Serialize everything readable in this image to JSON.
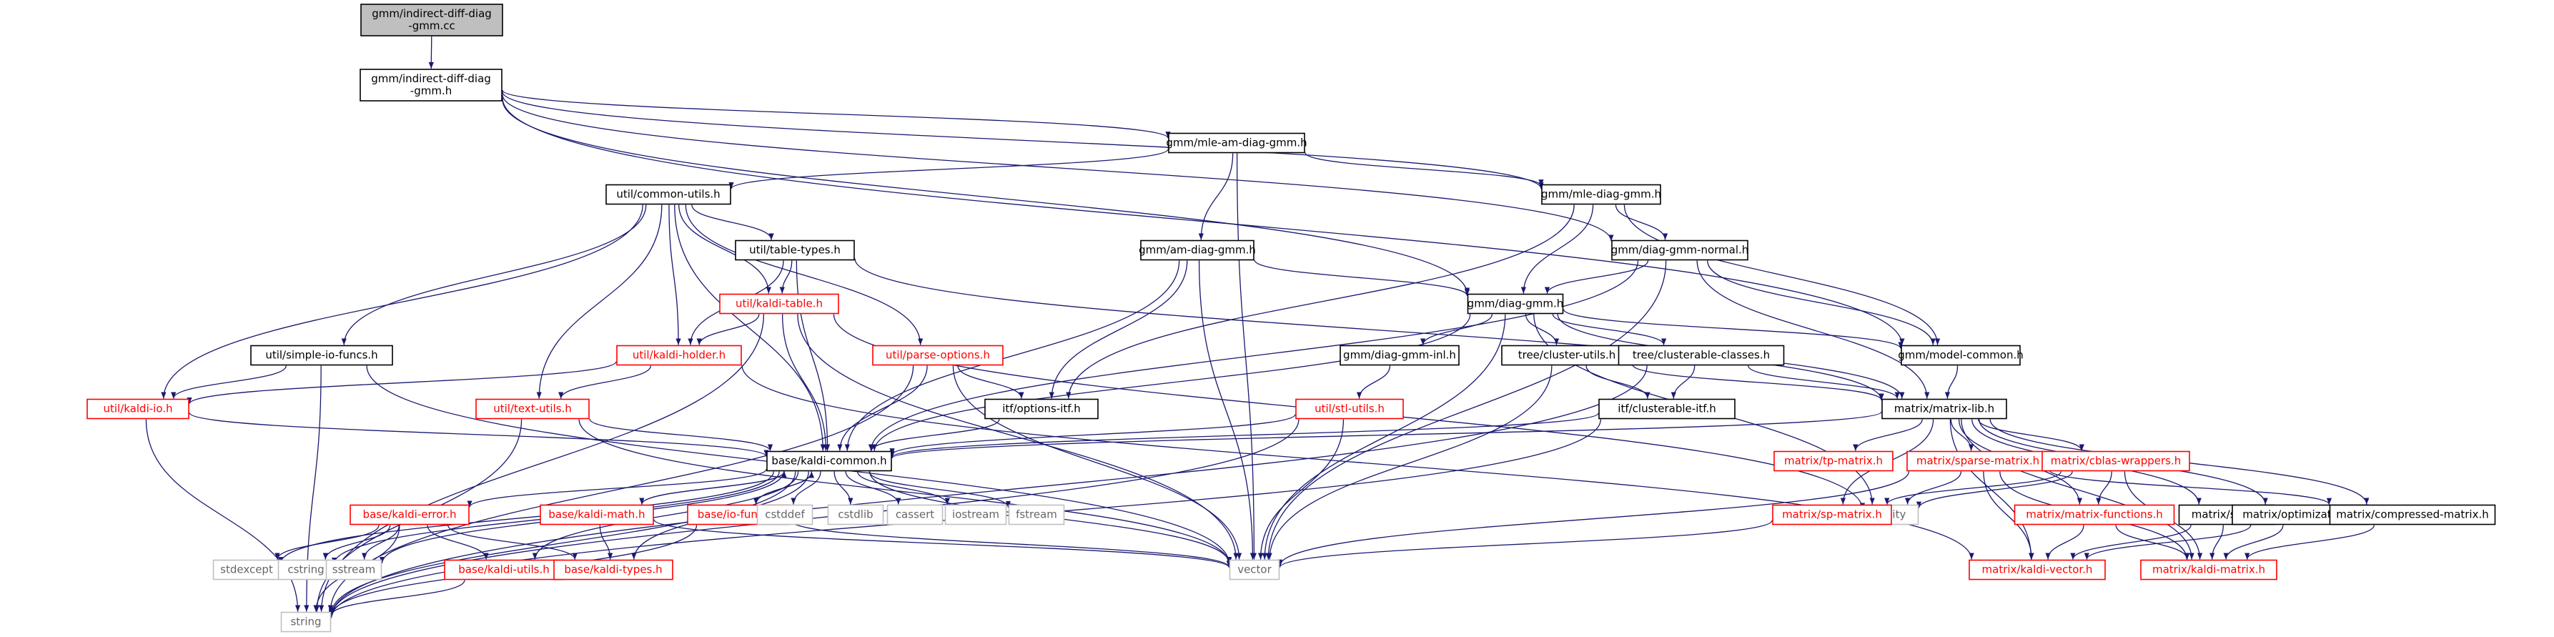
{
  "colors": {
    "edge": "#191970",
    "border_default": "#000000",
    "border_missing": "#ff0000",
    "border_external": "#bfbfbf",
    "fill_root": "#bfbfbf",
    "fill_default": "#ffffff",
    "text_default": "#000000",
    "text_missing": "#ff0000",
    "text_external": "#666666"
  },
  "nodes": [
    {
      "id": "root",
      "lines": [
        "gmm/indirect-diff-diag",
        "-gmm.cc"
      ],
      "kind": "root"
    },
    {
      "id": "idg_h",
      "lines": [
        "gmm/indirect-diff-diag",
        "-gmm.h"
      ],
      "kind": "default"
    },
    {
      "id": "mle_am",
      "lines": [
        "gmm/mle-am-diag-gmm.h"
      ],
      "kind": "default"
    },
    {
      "id": "common_utils",
      "lines": [
        "util/common-utils.h"
      ],
      "kind": "default"
    },
    {
      "id": "mle_diag",
      "lines": [
        "gmm/mle-diag-gmm.h"
      ],
      "kind": "default"
    },
    {
      "id": "table_types",
      "lines": [
        "util/table-types.h"
      ],
      "kind": "default"
    },
    {
      "id": "am_diag",
      "lines": [
        "gmm/am-diag-gmm.h"
      ],
      "kind": "default"
    },
    {
      "id": "dgn",
      "lines": [
        "gmm/diag-gmm-normal.h"
      ],
      "kind": "default"
    },
    {
      "id": "kaldi_table",
      "lines": [
        "util/kaldi-table.h"
      ],
      "kind": "missing"
    },
    {
      "id": "diag_gmm",
      "lines": [
        "gmm/diag-gmm.h"
      ],
      "kind": "default"
    },
    {
      "id": "simple_io",
      "lines": [
        "util/simple-io-funcs.h"
      ],
      "kind": "default"
    },
    {
      "id": "kaldi_holder",
      "lines": [
        "util/kaldi-holder.h"
      ],
      "kind": "missing"
    },
    {
      "id": "parse_opts",
      "lines": [
        "util/parse-options.h"
      ],
      "kind": "missing"
    },
    {
      "id": "dgi",
      "lines": [
        "gmm/diag-gmm-inl.h"
      ],
      "kind": "default"
    },
    {
      "id": "cluster_utils",
      "lines": [
        "tree/cluster-utils.h"
      ],
      "kind": "default"
    },
    {
      "id": "clusterable",
      "lines": [
        "tree/clusterable-classes.h"
      ],
      "kind": "default"
    },
    {
      "id": "model_common",
      "lines": [
        "gmm/model-common.h"
      ],
      "kind": "default"
    },
    {
      "id": "kaldi_io",
      "lines": [
        "util/kaldi-io.h"
      ],
      "kind": "missing"
    },
    {
      "id": "text_utils",
      "lines": [
        "util/text-utils.h"
      ],
      "kind": "missing"
    },
    {
      "id": "options_itf",
      "lines": [
        "itf/options-itf.h"
      ],
      "kind": "default"
    },
    {
      "id": "stl_utils",
      "lines": [
        "util/stl-utils.h"
      ],
      "kind": "missing"
    },
    {
      "id": "clusterable_itf",
      "lines": [
        "itf/clusterable-itf.h"
      ],
      "kind": "default"
    },
    {
      "id": "matrix_lib",
      "lines": [
        "matrix/matrix-lib.h"
      ],
      "kind": "default"
    },
    {
      "id": "kaldi_common",
      "lines": [
        "base/kaldi-common.h"
      ],
      "kind": "default"
    },
    {
      "id": "tp_matrix",
      "lines": [
        "matrix/tp-matrix.h"
      ],
      "kind": "missing"
    },
    {
      "id": "sparse_matrix",
      "lines": [
        "matrix/sparse-matrix.h"
      ],
      "kind": "missing"
    },
    {
      "id": "cblas",
      "lines": [
        "matrix/cblas-wrappers.h"
      ],
      "kind": "missing"
    },
    {
      "id": "kaldi_error",
      "lines": [
        "base/kaldi-error.h"
      ],
      "kind": "missing"
    },
    {
      "id": "kaldi_math",
      "lines": [
        "base/kaldi-math.h"
      ],
      "kind": "missing"
    },
    {
      "id": "io_funcs",
      "lines": [
        "base/io-funcs.h"
      ],
      "kind": "missing"
    },
    {
      "id": "cstddef",
      "lines": [
        "cstddef"
      ],
      "kind": "external"
    },
    {
      "id": "cstdlib",
      "lines": [
        "cstdlib"
      ],
      "kind": "external"
    },
    {
      "id": "cassert",
      "lines": [
        "cassert"
      ],
      "kind": "external"
    },
    {
      "id": "iostream",
      "lines": [
        "iostream"
      ],
      "kind": "external"
    },
    {
      "id": "fstream",
      "lines": [
        "fstream"
      ],
      "kind": "external"
    },
    {
      "id": "utility",
      "lines": [
        "utility"
      ],
      "kind": "external"
    },
    {
      "id": "sp_matrix",
      "lines": [
        "matrix/sp-matrix.h"
      ],
      "kind": "missing"
    },
    {
      "id": "matrix_functions",
      "lines": [
        "matrix/matrix-functions.h"
      ],
      "kind": "missing"
    },
    {
      "id": "srfft",
      "lines": [
        "matrix/srfft.h"
      ],
      "kind": "default"
    },
    {
      "id": "optimization",
      "lines": [
        "matrix/optimization.h"
      ],
      "kind": "default"
    },
    {
      "id": "compressed",
      "lines": [
        "matrix/compressed-matrix.h"
      ],
      "kind": "default"
    },
    {
      "id": "stdexcept",
      "lines": [
        "stdexcept"
      ],
      "kind": "external"
    },
    {
      "id": "cstring",
      "lines": [
        "cstring"
      ],
      "kind": "external"
    },
    {
      "id": "sstream",
      "lines": [
        "sstream"
      ],
      "kind": "external"
    },
    {
      "id": "kaldi_utils",
      "lines": [
        "base/kaldi-utils.h"
      ],
      "kind": "missing"
    },
    {
      "id": "kaldi_types",
      "lines": [
        "base/kaldi-types.h"
      ],
      "kind": "missing"
    },
    {
      "id": "vector",
      "lines": [
        "vector"
      ],
      "kind": "external"
    },
    {
      "id": "kaldi_vector",
      "lines": [
        "matrix/kaldi-vector.h"
      ],
      "kind": "missing"
    },
    {
      "id": "kaldi_matrix",
      "lines": [
        "matrix/kaldi-matrix.h"
      ],
      "kind": "missing"
    },
    {
      "id": "string",
      "lines": [
        "string"
      ],
      "kind": "external"
    }
  ],
  "edges": [
    [
      "root",
      "idg_h"
    ],
    [
      "idg_h",
      "mle_am"
    ],
    [
      "idg_h",
      "mle_diag"
    ],
    [
      "idg_h",
      "dgn"
    ],
    [
      "idg_h",
      "diag_gmm"
    ],
    [
      "idg_h",
      "model_common"
    ],
    [
      "mle_am",
      "common_utils"
    ],
    [
      "mle_am",
      "am_diag"
    ],
    [
      "mle_am",
      "mle_diag"
    ],
    [
      "mle_am",
      "vector"
    ],
    [
      "common_utils",
      "table_types"
    ],
    [
      "common_utils",
      "kaldi_table"
    ],
    [
      "common_utils",
      "kaldi_holder"
    ],
    [
      "common_utils",
      "simple_io"
    ],
    [
      "common_utils",
      "parse_opts"
    ],
    [
      "common_utils",
      "text_utils"
    ],
    [
      "common_utils",
      "kaldi_io"
    ],
    [
      "common_utils",
      "kaldi_common"
    ],
    [
      "mle_diag",
      "dgn"
    ],
    [
      "mle_diag",
      "diag_gmm"
    ],
    [
      "mle_diag",
      "model_common"
    ],
    [
      "mle_diag",
      "options_itf"
    ],
    [
      "table_types",
      "kaldi_table"
    ],
    [
      "table_types",
      "kaldi_holder"
    ],
    [
      "table_types",
      "matrix_lib"
    ],
    [
      "table_types",
      "kaldi_common"
    ],
    [
      "am_diag",
      "diag_gmm"
    ],
    [
      "am_diag",
      "options_itf"
    ],
    [
      "am_diag",
      "kaldi_common"
    ],
    [
      "am_diag",
      "vector"
    ],
    [
      "dgn",
      "diag_gmm"
    ],
    [
      "dgn",
      "model_common"
    ],
    [
      "dgn",
      "matrix_lib"
    ],
    [
      "dgn",
      "kaldi_common"
    ],
    [
      "dgn",
      "vector"
    ],
    [
      "kaldi_table",
      "kaldi_holder"
    ],
    [
      "kaldi_table",
      "kaldi_common"
    ],
    [
      "kaldi_table",
      "string"
    ],
    [
      "kaldi_table",
      "vector"
    ],
    [
      "kaldi_table",
      "utility"
    ],
    [
      "diag_gmm",
      "dgi"
    ],
    [
      "diag_gmm",
      "cluster_utils"
    ],
    [
      "diag_gmm",
      "clusterable"
    ],
    [
      "diag_gmm",
      "model_common"
    ],
    [
      "diag_gmm",
      "matrix_lib"
    ],
    [
      "diag_gmm",
      "kaldi_common"
    ],
    [
      "diag_gmm",
      "utility"
    ],
    [
      "diag_gmm",
      "vector"
    ],
    [
      "simple_io",
      "kaldi_io"
    ],
    [
      "simple_io",
      "string"
    ],
    [
      "simple_io",
      "vector"
    ],
    [
      "kaldi_holder",
      "text_utils"
    ],
    [
      "kaldi_holder",
      "kaldi_io"
    ],
    [
      "kaldi_holder",
      "kaldi_vector"
    ],
    [
      "parse_opts",
      "options_itf"
    ],
    [
      "parse_opts",
      "kaldi_common"
    ],
    [
      "parse_opts",
      "string"
    ],
    [
      "parse_opts",
      "vector"
    ],
    [
      "dgi",
      "stl_utils"
    ],
    [
      "cluster_utils",
      "clusterable_itf"
    ],
    [
      "cluster_utils",
      "matrix_lib"
    ],
    [
      "cluster_utils",
      "vector"
    ],
    [
      "clusterable",
      "clusterable_itf"
    ],
    [
      "clusterable",
      "matrix_lib"
    ],
    [
      "clusterable",
      "string"
    ],
    [
      "model_common",
      "matrix_lib"
    ],
    [
      "kaldi_io",
      "kaldi_common"
    ],
    [
      "kaldi_io",
      "string"
    ],
    [
      "text_utils",
      "kaldi_common"
    ],
    [
      "text_utils",
      "string"
    ],
    [
      "text_utils",
      "vector"
    ],
    [
      "options_itf",
      "kaldi_common"
    ],
    [
      "stl_utils",
      "kaldi_common"
    ],
    [
      "stl_utils",
      "vector"
    ],
    [
      "stl_utils",
      "string"
    ],
    [
      "clusterable_itf",
      "kaldi_common"
    ],
    [
      "clusterable_itf",
      "string"
    ],
    [
      "matrix_lib",
      "kaldi_common"
    ],
    [
      "matrix_lib",
      "tp_matrix"
    ],
    [
      "matrix_lib",
      "sparse_matrix"
    ],
    [
      "matrix_lib",
      "cblas"
    ],
    [
      "matrix_lib",
      "sp_matrix"
    ],
    [
      "matrix_lib",
      "matrix_functions"
    ],
    [
      "matrix_lib",
      "srfft"
    ],
    [
      "matrix_lib",
      "optimization"
    ],
    [
      "matrix_lib",
      "compressed"
    ],
    [
      "matrix_lib",
      "kaldi_vector"
    ],
    [
      "matrix_lib",
      "kaldi_matrix"
    ],
    [
      "kaldi_common",
      "kaldi_error"
    ],
    [
      "kaldi_common",
      "kaldi_math"
    ],
    [
      "kaldi_common",
      "io_funcs"
    ],
    [
      "kaldi_common",
      "kaldi_utils"
    ],
    [
      "kaldi_common",
      "kaldi_types"
    ],
    [
      "kaldi_common",
      "cstddef"
    ],
    [
      "kaldi_common",
      "cstdlib"
    ],
    [
      "kaldi_common",
      "cassert"
    ],
    [
      "kaldi_common",
      "iostream"
    ],
    [
      "kaldi_common",
      "fstream"
    ],
    [
      "kaldi_common",
      "stdexcept"
    ],
    [
      "kaldi_common",
      "cstring"
    ],
    [
      "kaldi_common",
      "sstream"
    ],
    [
      "kaldi_common",
      "string"
    ],
    [
      "kaldi_common",
      "vector"
    ],
    [
      "sparse_matrix",
      "kaldi_vector"
    ],
    [
      "sparse_matrix",
      "kaldi_matrix"
    ],
    [
      "sparse_matrix",
      "compressed"
    ],
    [
      "sparse_matrix",
      "utility"
    ],
    [
      "sparse_matrix",
      "vector"
    ],
    [
      "cblas",
      "matrix_functions"
    ],
    [
      "cblas",
      "sp_matrix"
    ],
    [
      "cblas",
      "kaldi_matrix"
    ],
    [
      "cblas",
      "utility"
    ],
    [
      "kaldi_error",
      "stdexcept"
    ],
    [
      "kaldi_error",
      "cstring"
    ],
    [
      "kaldi_error",
      "sstream"
    ],
    [
      "kaldi_error",
      "string"
    ],
    [
      "kaldi_error",
      "kaldi_types"
    ],
    [
      "kaldi_error",
      "kaldi_utils"
    ],
    [
      "kaldi_math",
      "kaldi_types"
    ],
    [
      "kaldi_math",
      "vector"
    ],
    [
      "kaldi_math",
      "kaldi_common"
    ],
    [
      "io_funcs",
      "kaldi_common"
    ],
    [
      "io_funcs",
      "string"
    ],
    [
      "io_funcs",
      "vector"
    ],
    [
      "kaldi_utils",
      "string"
    ],
    [
      "sp_matrix",
      "vector"
    ],
    [
      "matrix_functions",
      "kaldi_vector"
    ],
    [
      "matrix_functions",
      "kaldi_matrix"
    ],
    [
      "srfft",
      "kaldi_vector"
    ],
    [
      "srfft",
      "kaldi_matrix"
    ],
    [
      "optimization",
      "kaldi_vector"
    ],
    [
      "optimization",
      "kaldi_matrix"
    ],
    [
      "compressed",
      "kaldi_matrix"
    ]
  ]
}
